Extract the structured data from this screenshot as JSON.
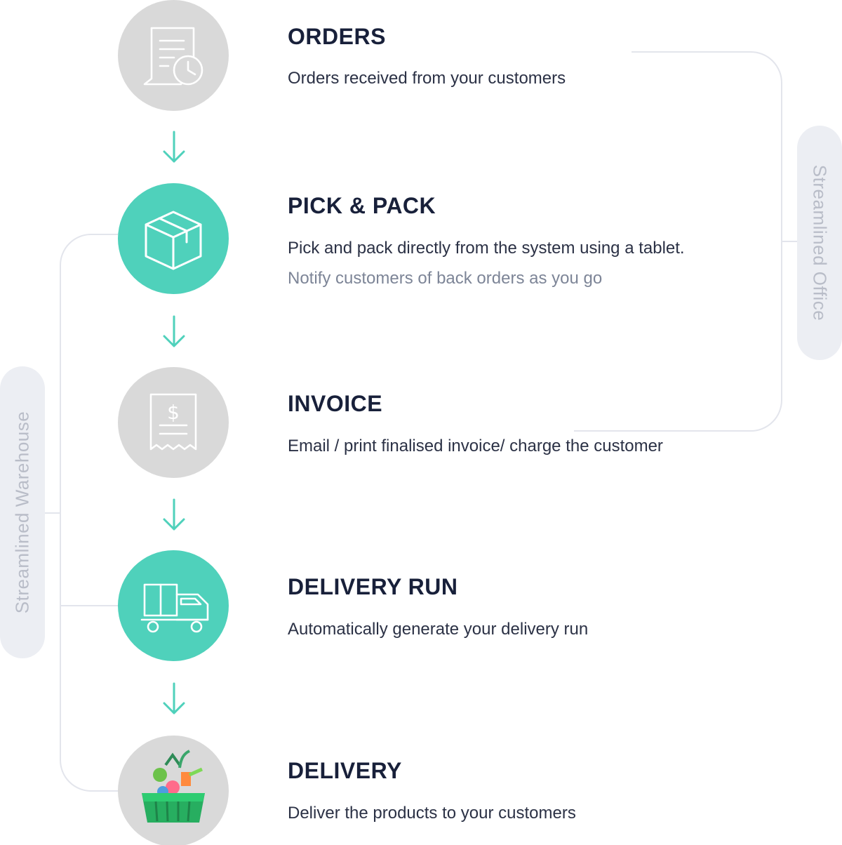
{
  "steps": [
    {
      "title": "ORDERS",
      "description": "Orders received from your customers",
      "icon": "order-receipt-clock-icon",
      "circle_color": "#d9d9d9"
    },
    {
      "title": "PICK & PACK",
      "description": "Pick and pack directly from the system using a tablet.",
      "note": "Notify customers of back orders as you go",
      "icon": "package-box-icon",
      "circle_color": "#4fd1bb"
    },
    {
      "title": "INVOICE",
      "description": "Email / print finalised invoice/ charge the customer",
      "icon": "invoice-dollar-icon",
      "circle_color": "#d9d9d9"
    },
    {
      "title": "DELIVERY RUN",
      "description": "Automatically generate your delivery run",
      "icon": "delivery-truck-icon",
      "circle_color": "#4fd1bb"
    },
    {
      "title": "DELIVERY",
      "description": "Deliver the products to your customers",
      "icon": "grocery-basket-icon",
      "circle_color": "#d9d9d9"
    }
  ],
  "groups": {
    "office": "Streamlined Office",
    "warehouse": "Streamlined Warehouse"
  },
  "colors": {
    "accent": "#4fd1bb",
    "inactive": "#d9d9d9",
    "bracket": "#e3e5ec",
    "pill": "#eceef3",
    "title": "#18203a"
  }
}
